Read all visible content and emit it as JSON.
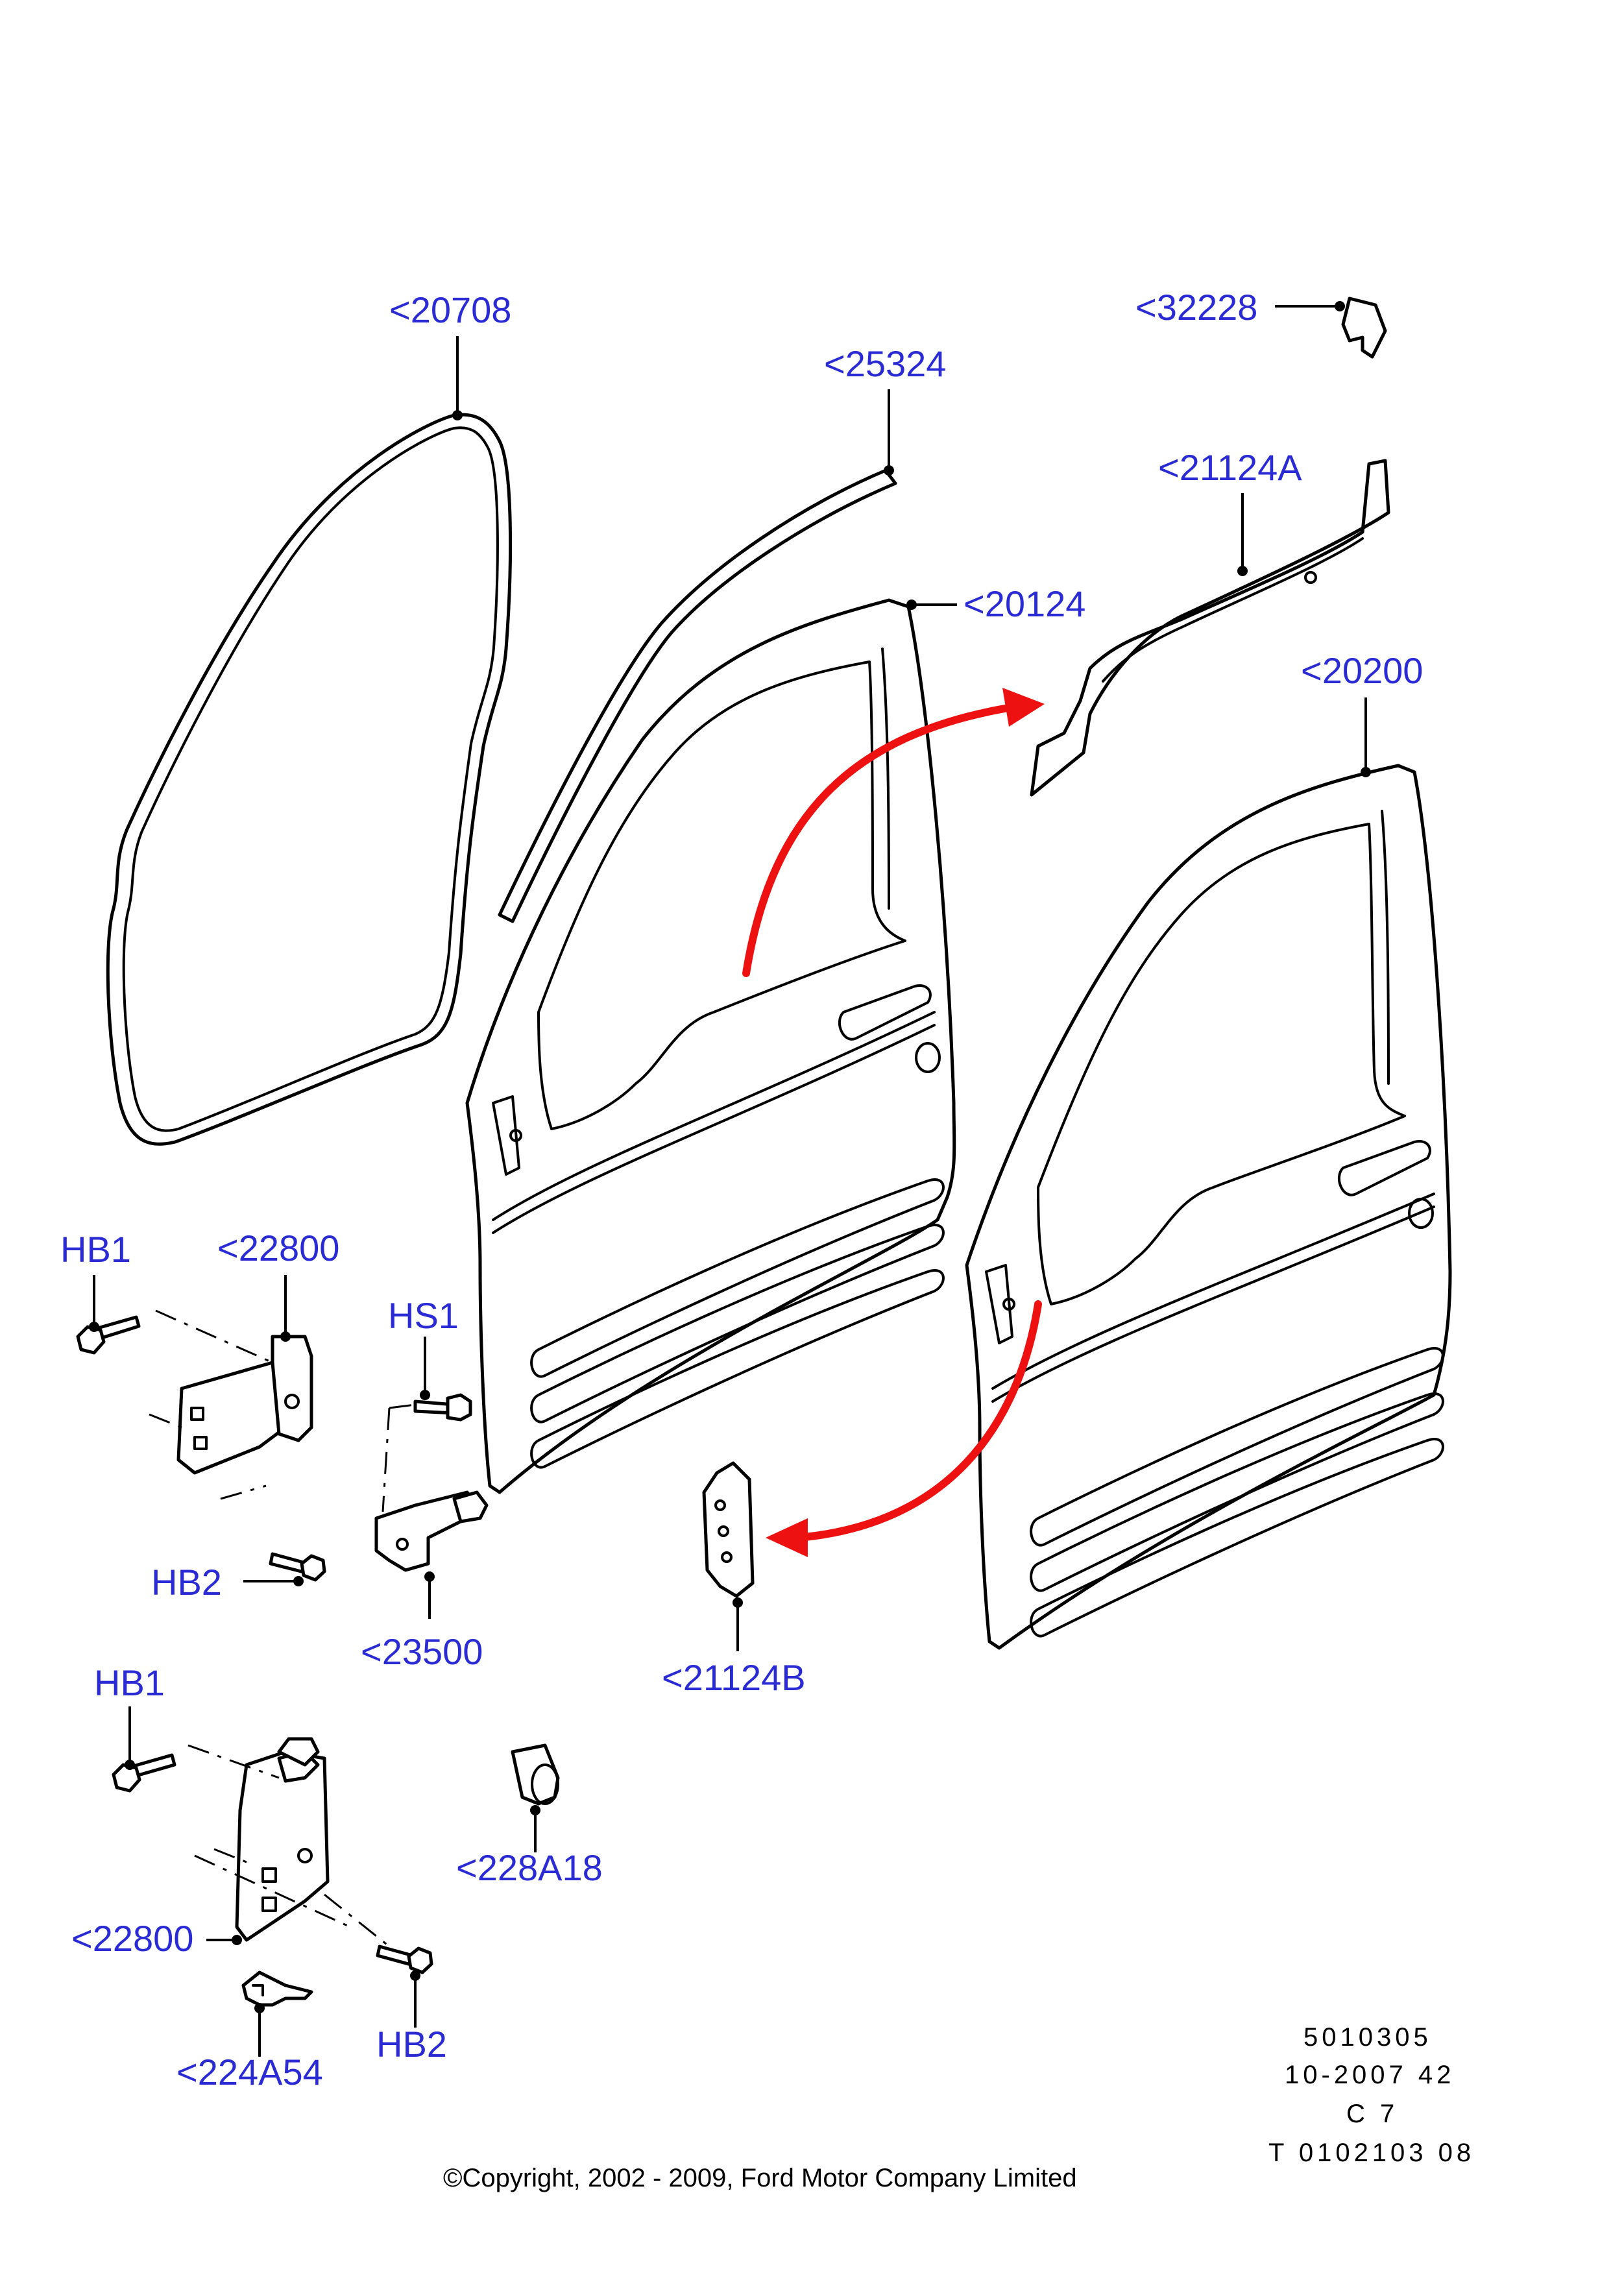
{
  "labels": {
    "p20708": "<20708",
    "p25324": "<25324",
    "p32228": "<32228",
    "p21124A": "<21124A",
    "p20124": "<20124",
    "p20200": "<20200",
    "hb1_top": "HB1",
    "p22800_top": "<22800",
    "hs1": "HS1",
    "hb2_top": "HB2",
    "p23500": "<23500",
    "p21124B": "<21124B",
    "hb1_bottom": "HB1",
    "p228A18": "<228A18",
    "p22800_bottom": "<22800",
    "hb2_bottom": "HB2",
    "p224A54": "<224A54"
  },
  "meta": {
    "line1": "5010305",
    "line2": "10-2007 42",
    "line3": "C 7",
    "line4": "T 0102103 08"
  },
  "copyright": "©Copyright, 2002 - 2009, Ford Motor Company Limited",
  "colors": {
    "label": "#2b2bd6",
    "arrow": "#ee1111",
    "line": "#000000"
  }
}
